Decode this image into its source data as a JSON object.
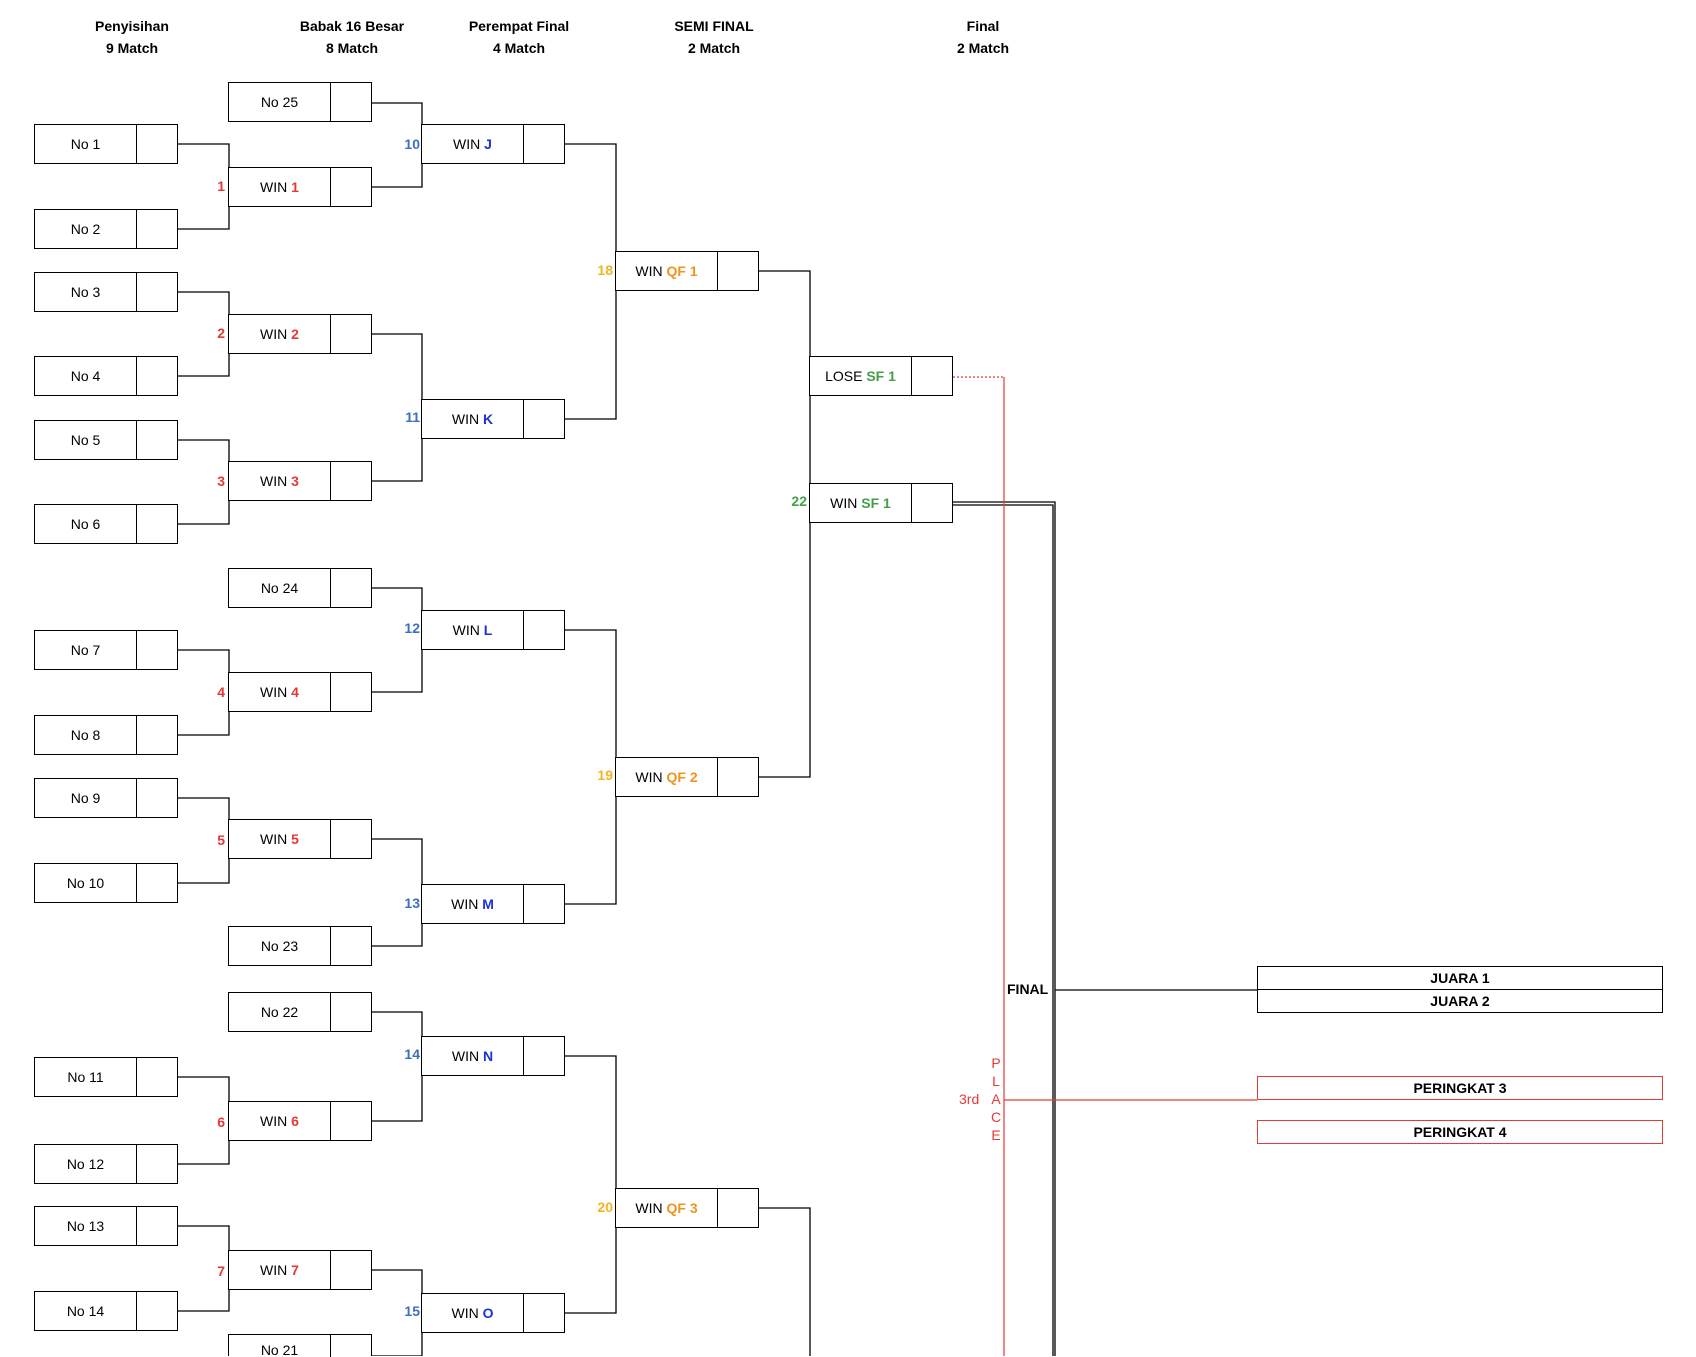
{
  "headers": [
    {
      "title": "Penyisihan",
      "sub": "9 Match"
    },
    {
      "title": "Babak 16 Besar",
      "sub": "8 Match"
    },
    {
      "title": "Perempat Final",
      "sub": "4 Match"
    },
    {
      "title": "SEMI FINAL",
      "sub": "2 Match"
    },
    {
      "title": "Final",
      "sub": "2 Match"
    }
  ],
  "round1": [
    "No 1",
    "No 2",
    "No 3",
    "No 4",
    "No 5",
    "No 6",
    "No 7",
    "No 8",
    "No 9",
    "No 10",
    "No 11",
    "No 12",
    "No 13",
    "No 14"
  ],
  "round2": [
    {
      "text": "No 25"
    },
    {
      "text": "WIN ",
      "hl": "1",
      "color": "red"
    },
    {
      "text": "WIN ",
      "hl": "2",
      "color": "red"
    },
    {
      "text": "WIN ",
      "hl": "3",
      "color": "red"
    },
    {
      "text": "No 24"
    },
    {
      "text": "WIN ",
      "hl": "4",
      "color": "red"
    },
    {
      "text": "WIN ",
      "hl": "5",
      "color": "red"
    },
    {
      "text": "No 23"
    },
    {
      "text": "No 22"
    },
    {
      "text": "WIN ",
      "hl": "6",
      "color": "red"
    },
    {
      "text": "WIN ",
      "hl": "7",
      "color": "red"
    },
    {
      "text": "No 21"
    }
  ],
  "round3": [
    {
      "text": "WIN ",
      "hl": "J",
      "color": "blue"
    },
    {
      "text": "WIN ",
      "hl": "K",
      "color": "blue"
    },
    {
      "text": "WIN ",
      "hl": "L",
      "color": "blue"
    },
    {
      "text": "WIN ",
      "hl": "M",
      "color": "blue"
    },
    {
      "text": "WIN ",
      "hl": "N",
      "color": "blue"
    },
    {
      "text": "WIN ",
      "hl": "O",
      "color": "blue"
    }
  ],
  "round4": [
    {
      "text": "WIN ",
      "hl": "QF 1",
      "color": "orange"
    },
    {
      "text": "WIN ",
      "hl": "QF 2",
      "color": "orange"
    },
    {
      "text": "WIN ",
      "hl": "QF 3",
      "color": "orange"
    }
  ],
  "round5": [
    {
      "text": "LOSE ",
      "hl": "SF 1",
      "color": "green"
    },
    {
      "text": "WIN ",
      "hl": "SF 1",
      "color": "green"
    }
  ],
  "match_numbers": {
    "r1": [
      "1",
      "2",
      "3",
      "4",
      "5",
      "6",
      "7"
    ],
    "r2": [
      "10",
      "11",
      "12",
      "13",
      "14",
      "15"
    ],
    "r3": [
      "18",
      "19",
      "20"
    ],
    "sf": "22"
  },
  "final_label": "FINAL",
  "third_place": {
    "prefix": "3rd",
    "letters": [
      "P",
      "L",
      "A",
      "C",
      "E"
    ]
  },
  "results": [
    "JUARA 1",
    "JUARA 2",
    "PERINGKAT 3",
    "PERINGKAT 4"
  ],
  "colors": {
    "red": "#e53935",
    "blue": "#1a33d6",
    "orange": "#f0931e",
    "green": "#43a047",
    "match_blue": "#3d6fbf",
    "match_yellow": "#f2b325",
    "line": "#000000",
    "place_line": "#e53935"
  }
}
